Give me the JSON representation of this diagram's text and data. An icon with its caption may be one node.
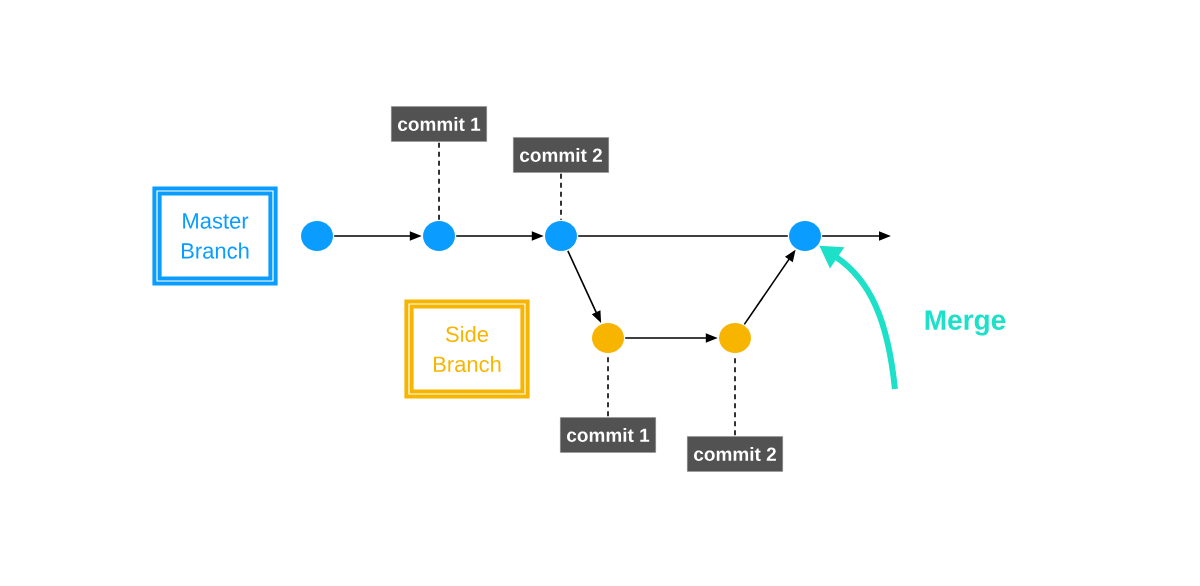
{
  "diagram": {
    "nodes": [
      {
        "text": [
          "Master Branch"
        ]
      },
      {
        "text": [
          "Side Branch"
        ]
      },
      {
        "text": [],
        "shape": "circle"
      },
      {
        "text": [],
        "shape": "circle"
      },
      {
        "text": [],
        "shape": "circle"
      },
      {
        "text": [],
        "shape": "circle"
      },
      {
        "text": [],
        "shape": "circle"
      },
      {
        "text": [],
        "shape": "circle"
      },
      {
        "text": [
          "commit 1"
        ]
      },
      {
        "text": [
          "commit 2"
        ]
      },
      {
        "text": [
          "commit 1"
        ]
      },
      {
        "text": [
          "commit 2"
        ]
      }
    ],
    "edges": [
      {
        "from": 2,
        "to": 3,
        "arrow": "to"
      },
      {
        "from": 3,
        "to": 4,
        "arrow": "to"
      },
      {
        "from": 4,
        "to": 5,
        "arrow": "none"
      },
      {
        "from": 5,
        "to": null,
        "arrow": "to"
      },
      {
        "from": 4,
        "to": 6,
        "arrow": "to"
      },
      {
        "from": 6,
        "to": 7,
        "arrow": "to"
      },
      {
        "from": 7,
        "to": 5,
        "arrow": "to"
      },
      {
        "from": 8,
        "to": 3,
        "arrow": "none",
        "style": "dashed"
      },
      {
        "from": 9,
        "to": 4,
        "arrow": "none",
        "style": "dashed"
      },
      {
        "from": 10,
        "to": 6,
        "arrow": "none",
        "style": "dashed"
      },
      {
        "from": 11,
        "to": 7,
        "arrow": "none",
        "style": "dashed"
      },
      {
        "from": null,
        "to": 5,
        "arrow": "to",
        "style": "thick",
        "color": "#1de0c8"
      }
    ],
    "labels": [
      "Merge"
    ]
  }
}
